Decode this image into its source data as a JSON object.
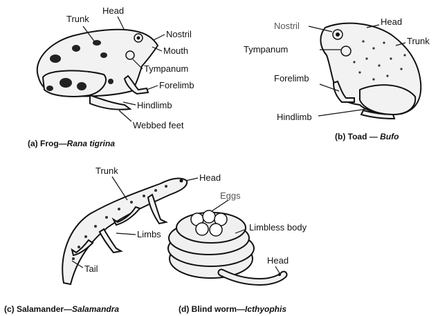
{
  "frog": {
    "labels": {
      "trunk": "Trunk",
      "head": "Head",
      "nostril": "Nostril",
      "mouth": "Mouth",
      "tympanum": "Tympanum",
      "forelimb": "Forelimb",
      "hindlimb": "Hindlimb",
      "webbed_feet": "Webbed feet"
    },
    "caption_prefix": "(a) Frog—",
    "caption_name": "Rana tigrina"
  },
  "toad": {
    "labels": {
      "nostril": "Nostril",
      "head": "Head",
      "trunk": "Trunk",
      "tympanum": "Tympanum",
      "forelimb": "Forelimb",
      "hindlimb": "Hindlimb"
    },
    "caption_prefix": "(b) Toad — ",
    "caption_name": "Bufo"
  },
  "salamander": {
    "labels": {
      "trunk": "Trunk",
      "head": "Head",
      "limbs": "Limbs",
      "tail": "Tail"
    },
    "caption_prefix": "(c) Salamander—",
    "caption_name": "Salamandra"
  },
  "blindworm": {
    "labels": {
      "eggs": "Eggs",
      "limbless_body": "Limbless body",
      "head": "Head"
    },
    "caption_prefix": "(d) Blind worm—",
    "caption_name": "Icthyophis"
  }
}
